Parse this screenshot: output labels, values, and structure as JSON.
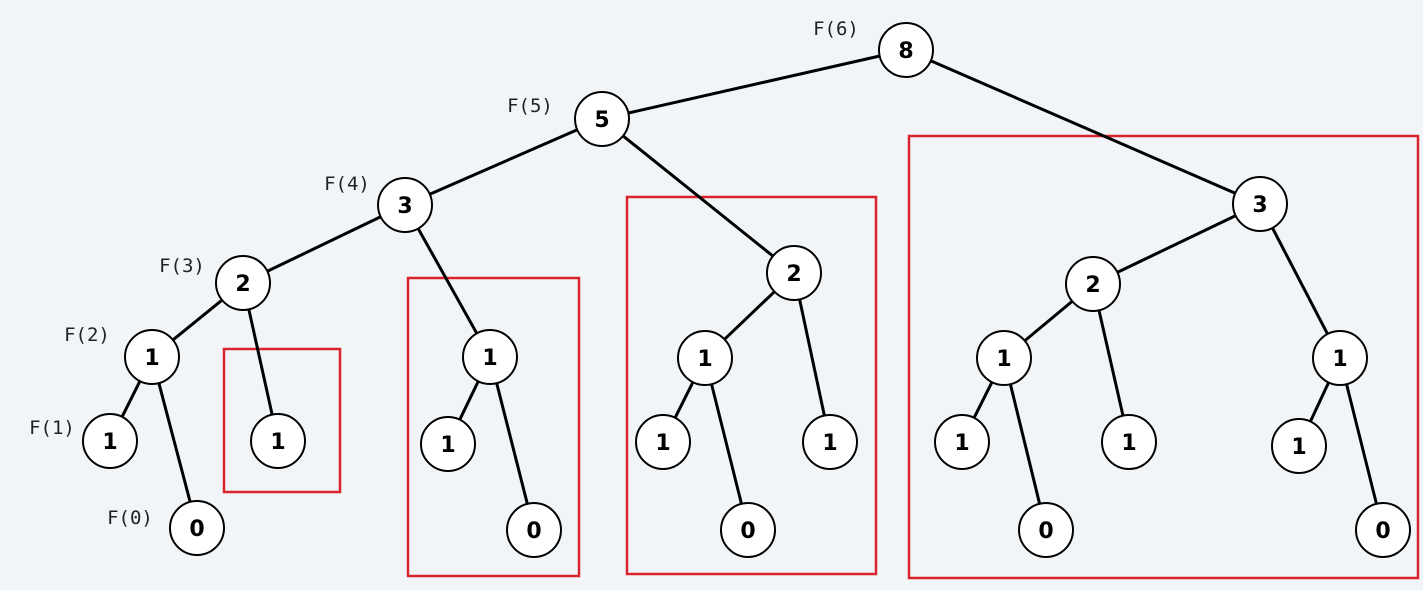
{
  "colors": {
    "background": "#f2f5f8",
    "highlight_box": "#d9232d",
    "edge": "#000000",
    "node_fill": "#ffffff"
  },
  "nodes": [
    {
      "id": "n6",
      "value": "8",
      "label": "F(6)"
    },
    {
      "id": "n5",
      "value": "5",
      "label": "F(5)"
    },
    {
      "id": "n4",
      "value": "3",
      "label": "F(4)"
    },
    {
      "id": "n3",
      "value": "2",
      "label": "F(3)"
    },
    {
      "id": "n2",
      "value": "1",
      "label": "F(2)"
    },
    {
      "id": "n1",
      "value": "1",
      "label": "F(1)"
    },
    {
      "id": "n0",
      "value": "0",
      "label": "F(0)"
    },
    {
      "id": "b1",
      "value": "1",
      "label": ""
    },
    {
      "id": "c1",
      "value": "1",
      "label": ""
    },
    {
      "id": "c11",
      "value": "1",
      "label": ""
    },
    {
      "id": "c10",
      "value": "0",
      "label": ""
    },
    {
      "id": "d2",
      "value": "2",
      "label": ""
    },
    {
      "id": "d1",
      "value": "1",
      "label": ""
    },
    {
      "id": "d11",
      "value": "1",
      "label": ""
    },
    {
      "id": "d10",
      "value": "0",
      "label": ""
    },
    {
      "id": "d1r",
      "value": "1",
      "label": ""
    },
    {
      "id": "e3",
      "value": "3",
      "label": ""
    },
    {
      "id": "e2",
      "value": "2",
      "label": ""
    },
    {
      "id": "e21",
      "value": "1",
      "label": ""
    },
    {
      "id": "e211",
      "value": "1",
      "label": ""
    },
    {
      "id": "e210",
      "value": "0",
      "label": ""
    },
    {
      "id": "e2r",
      "value": "1",
      "label": ""
    },
    {
      "id": "e1",
      "value": "1",
      "label": ""
    },
    {
      "id": "e11",
      "value": "1",
      "label": ""
    },
    {
      "id": "e10",
      "value": "0",
      "label": ""
    }
  ],
  "edges": [
    [
      "n6",
      "n5"
    ],
    [
      "n6",
      "e3"
    ],
    [
      "n5",
      "n4"
    ],
    [
      "n5",
      "d2"
    ],
    [
      "n4",
      "n3"
    ],
    [
      "n4",
      "c1"
    ],
    [
      "n3",
      "n2"
    ],
    [
      "n3",
      "b1"
    ],
    [
      "n2",
      "n1"
    ],
    [
      "n2",
      "n0"
    ],
    [
      "c1",
      "c11"
    ],
    [
      "c1",
      "c10"
    ],
    [
      "d2",
      "d1"
    ],
    [
      "d2",
      "d1r"
    ],
    [
      "d1",
      "d11"
    ],
    [
      "d1",
      "d10"
    ],
    [
      "e3",
      "e2"
    ],
    [
      "e3",
      "e1"
    ],
    [
      "e2",
      "e21"
    ],
    [
      "e2",
      "e2r"
    ],
    [
      "e21",
      "e211"
    ],
    [
      "e21",
      "e210"
    ],
    [
      "e1",
      "e11"
    ],
    [
      "e1",
      "e10"
    ]
  ],
  "highlight_boxes": [
    "box-f1-duplicate",
    "box-f2-duplicate",
    "box-f3-duplicate",
    "box-f4-duplicate"
  ]
}
